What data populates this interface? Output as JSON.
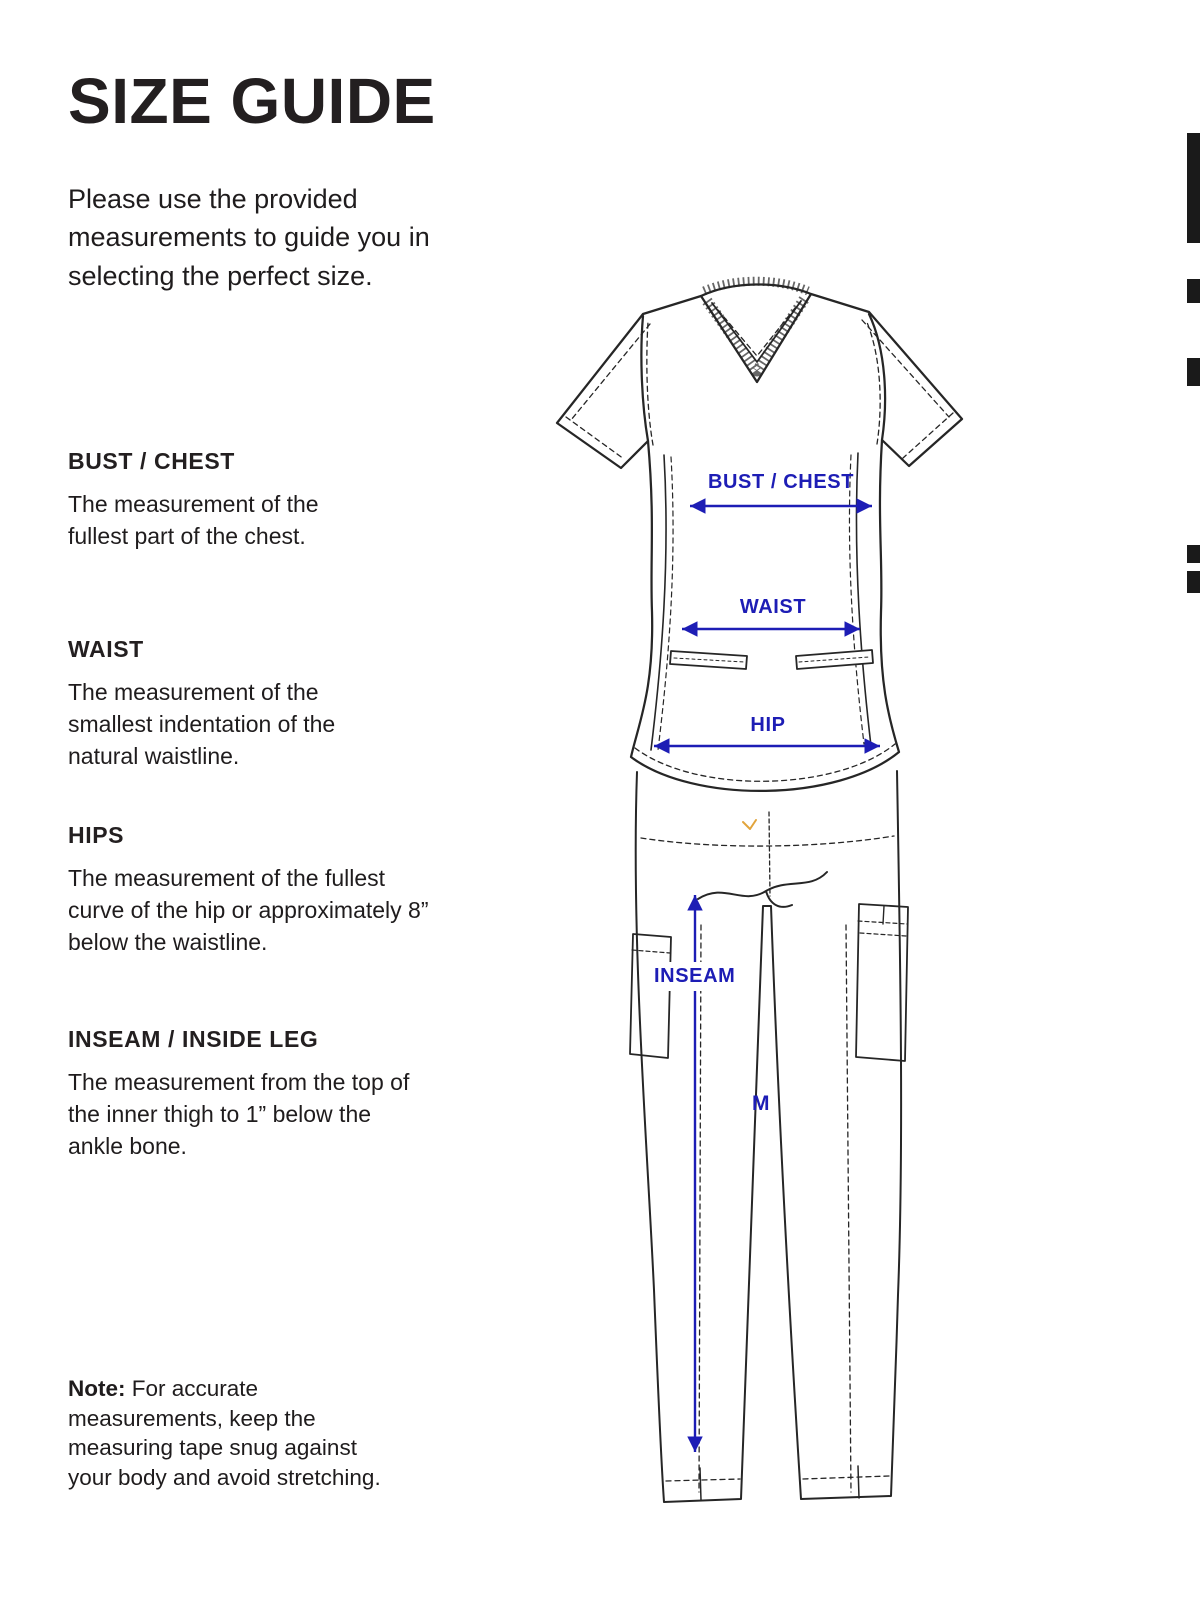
{
  "page": {
    "title": "SIZE GUIDE",
    "intro": "Please use the provided measurements to guide you in selecting the perfect size.",
    "sections": [
      {
        "heading": "BUST / CHEST",
        "body": "The measurement of the fullest part of the chest."
      },
      {
        "heading": "WAIST",
        "body": "The measurement of the smallest indentation of the natural waistline."
      },
      {
        "heading": "HIPS",
        "body": "The measurement of the fullest curve of the hip or approximately 8” below the waistline."
      },
      {
        "heading": "INSEAM / INSIDE LEG",
        "body": "The measurement from the top of the inner thigh to 1” below the ankle bone."
      }
    ],
    "note": {
      "label": "Note:",
      "body": "For accurate\nmeasurements, keep the\nmeasuring tape snug against\nyour body and avoid stretching."
    }
  },
  "diagram": {
    "labels": {
      "bust": "BUST / CHEST",
      "waist": "WAIST",
      "hip": "HIP",
      "inseam": "INSEAM",
      "size": "M"
    },
    "accent_color": "#1d1db5",
    "line_color": "#262626"
  }
}
